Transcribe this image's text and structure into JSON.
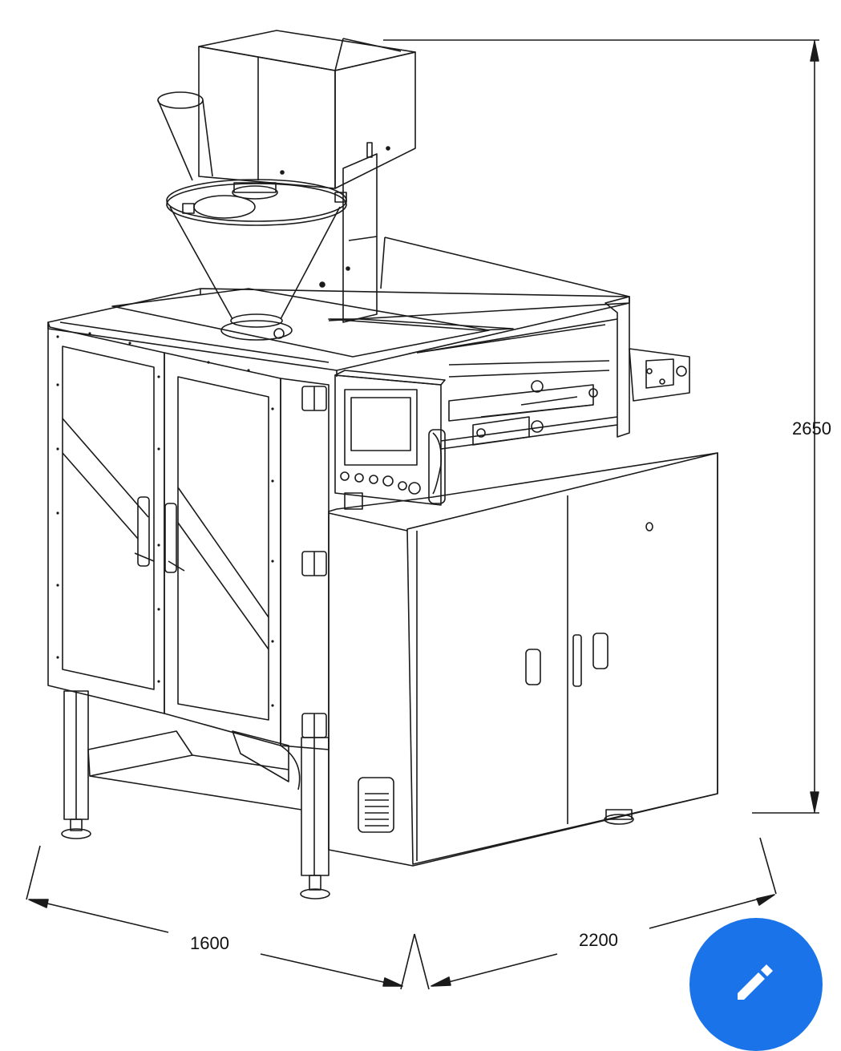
{
  "drawing": {
    "subject": "",
    "dimensions": {
      "height": "2650",
      "depth": "1600",
      "width": "2200"
    }
  },
  "icons": {
    "edit": "pencil-icon"
  },
  "colors": {
    "line": "#1a1a1a",
    "fab": "#1a73e8",
    "background": "#ffffff"
  }
}
